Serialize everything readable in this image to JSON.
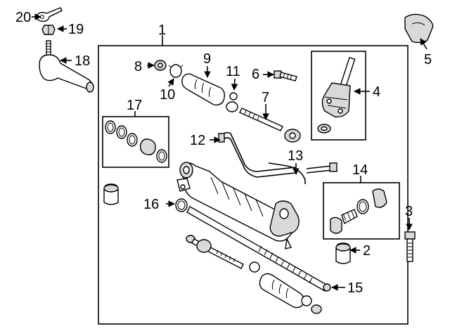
{
  "colors": {
    "ink": "#000000",
    "paper": "#ffffff",
    "shade": "#d9d9d9"
  },
  "callouts": {
    "c1": "1",
    "c2": "2",
    "c3": "3",
    "c4": "4",
    "c5": "5",
    "c6": "6",
    "c7": "7",
    "c8": "8",
    "c9": "9",
    "c10": "10",
    "c11": "11",
    "c12": "12",
    "c13": "13",
    "c14": "14",
    "c15": "15",
    "c16": "16",
    "c17": "17",
    "c18": "18",
    "c19": "19",
    "c20": "20"
  }
}
